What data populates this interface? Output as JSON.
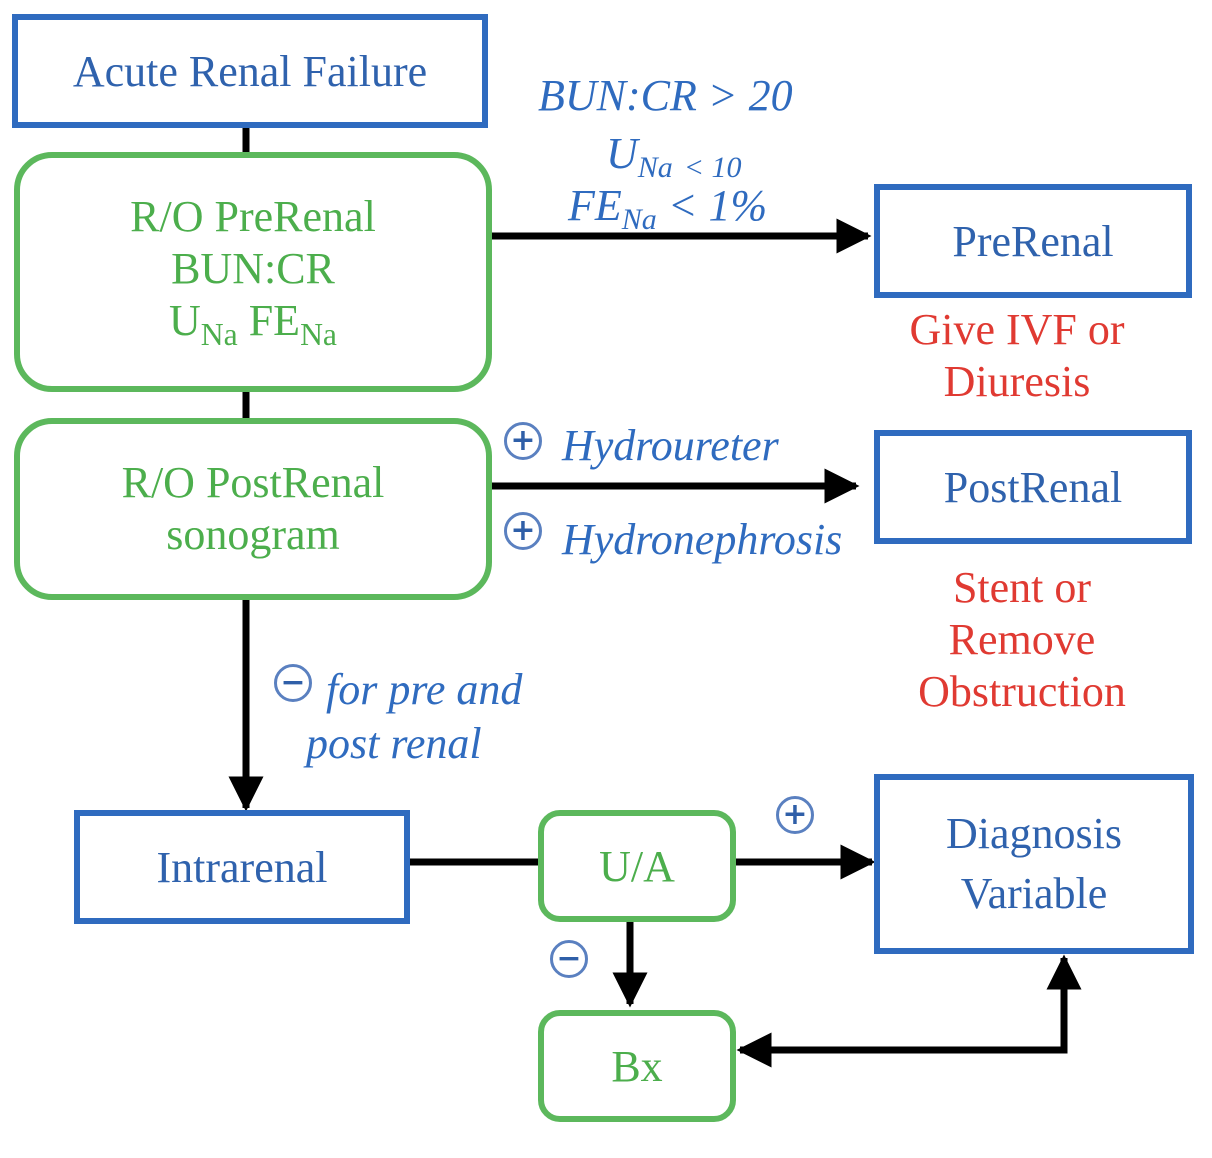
{
  "nodes": {
    "arf": "Acute Renal Failure",
    "prerenal_check": {
      "line1": "R/O PreRenal",
      "line2": "BUN:CR",
      "u": "U",
      "na1": "Na",
      "fe": "FE",
      "na2": "Na"
    },
    "postrenal_check": {
      "line1": "R/O PostRenal",
      "line2": "sonogram"
    },
    "prerenal": "PreRenal",
    "postrenal": "PostRenal",
    "intrarenal": "Intrarenal",
    "ua": "U/A",
    "diagnosis": {
      "line1": "Diagnosis",
      "line2": "Variable"
    },
    "bx": "Bx"
  },
  "criteria": {
    "bun_cr": "BUN:CR > 20",
    "una_base": "U",
    "una_sub": "Na",
    "una_cond": "< 10",
    "fena_base": "FE",
    "fena_sub": "Na",
    "fena_cond": " < 1%"
  },
  "edge_labels": {
    "positive_sign": "+",
    "negative_sign": "−",
    "hydroureter": "Hydroureter",
    "hydronephrosis": "Hydronephrosis",
    "negative_line1": "for pre and",
    "negative_line2": "post renal"
  },
  "treatments": {
    "prerenal_line1": "Give IVF or",
    "prerenal_line2": "Diuresis",
    "postrenal_line1": "Stent or",
    "postrenal_line2": "Remove",
    "postrenal_line3": "Obstruction"
  },
  "colors": {
    "blue": "#2f6bbf",
    "green": "#5cb85c",
    "red": "#e03a32",
    "black": "#000000"
  }
}
